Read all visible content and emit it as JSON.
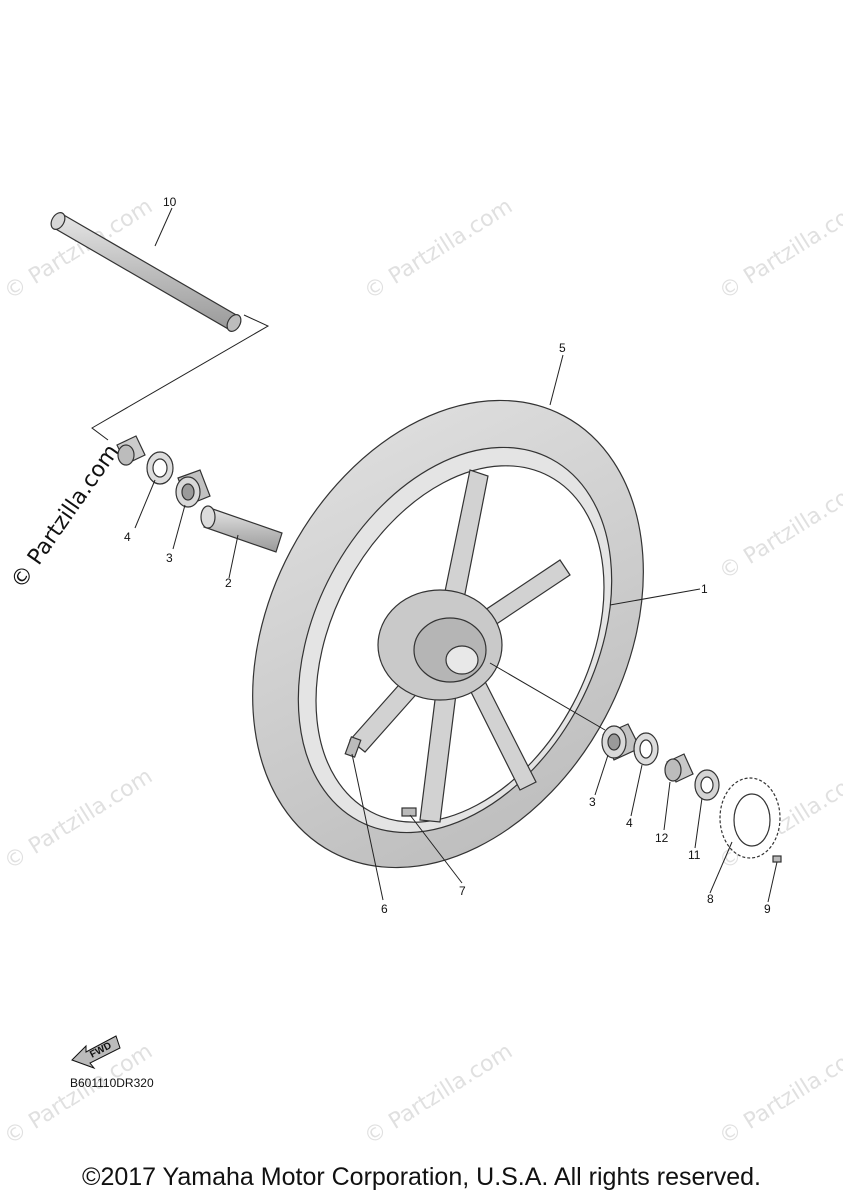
{
  "diagram": {
    "callouts": [
      "10",
      "5",
      "1",
      "4",
      "3",
      "2",
      "3",
      "4",
      "12",
      "11",
      "8",
      "9",
      "6",
      "7"
    ],
    "fwd_label": "FWD",
    "code": "B601110DR320",
    "copyright": "©2017 Yamaha Motor Corporation, U.S.A. All rights reserved.",
    "watermark": "© Partzilla.com",
    "watermark_side": "© Partzilla.com"
  },
  "colors": {
    "part_fill": "#cfcfcf",
    "part_dark": "#a8a8a8",
    "line": "#222222",
    "watermark": "#c8c8c8"
  }
}
